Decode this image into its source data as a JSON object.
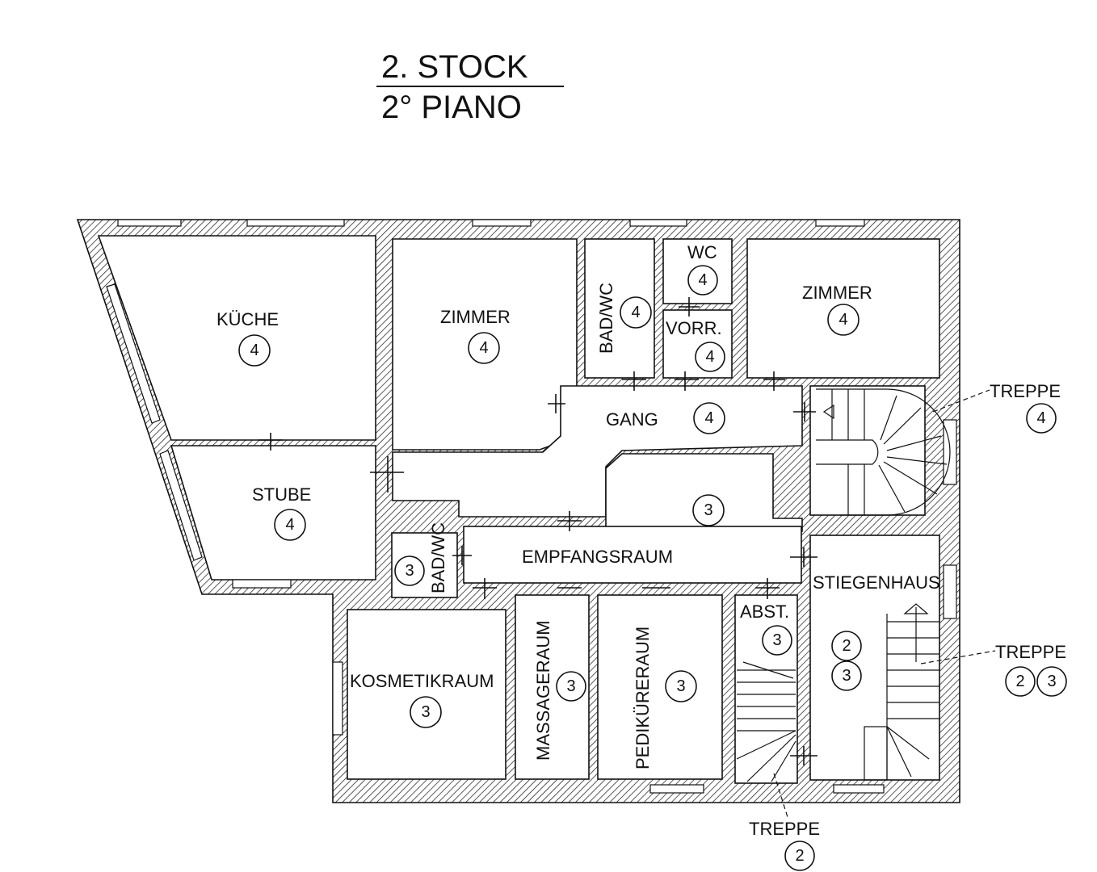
{
  "title": {
    "line1": "2. STOCK",
    "line2": "2° PIANO"
  },
  "rooms": {
    "kueche": {
      "name": "KÜCHE",
      "num": "4"
    },
    "zimmer_1": {
      "name": "ZIMMER",
      "num": "4"
    },
    "bad_wc_1": {
      "name": "BAD/WC",
      "num": "4"
    },
    "wc": {
      "name": "WC",
      "num": "4"
    },
    "vorr": {
      "name": "VORR.",
      "num": "4"
    },
    "zimmer_2": {
      "name": "ZIMMER",
      "num": "4"
    },
    "gang": {
      "name": "GANG",
      "num": "4"
    },
    "stube": {
      "name": "STUBE",
      "num": "4"
    },
    "hall": {
      "num": "3"
    },
    "empfangsraum": {
      "name": "EMPFANGSRAUM"
    },
    "bad_wc_2": {
      "name": "BAD/WC",
      "num": "3"
    },
    "kosmetikraum": {
      "name": "KOSMETIKRAUM",
      "num": "3"
    },
    "massageraum": {
      "name": "MASSAGERAUM",
      "num": "3"
    },
    "pedikuereraum": {
      "name": "PEDIKÜRERAUM",
      "num": "3"
    },
    "abst": {
      "name": "ABST.",
      "num": "3"
    },
    "stiegenhaus": {
      "name": "STIEGENHAUS",
      "num_a": "2",
      "num_b": "3"
    }
  },
  "stairs": {
    "treppe_4": {
      "label": "TREPPE",
      "num": "4"
    },
    "treppe_23": {
      "label": "TREPPE",
      "num_a": "2",
      "num_b": "3"
    },
    "treppe_2": {
      "label": "TREPPE",
      "num": "2"
    }
  },
  "colors": {
    "line": "#111111",
    "background": "#ffffff"
  }
}
